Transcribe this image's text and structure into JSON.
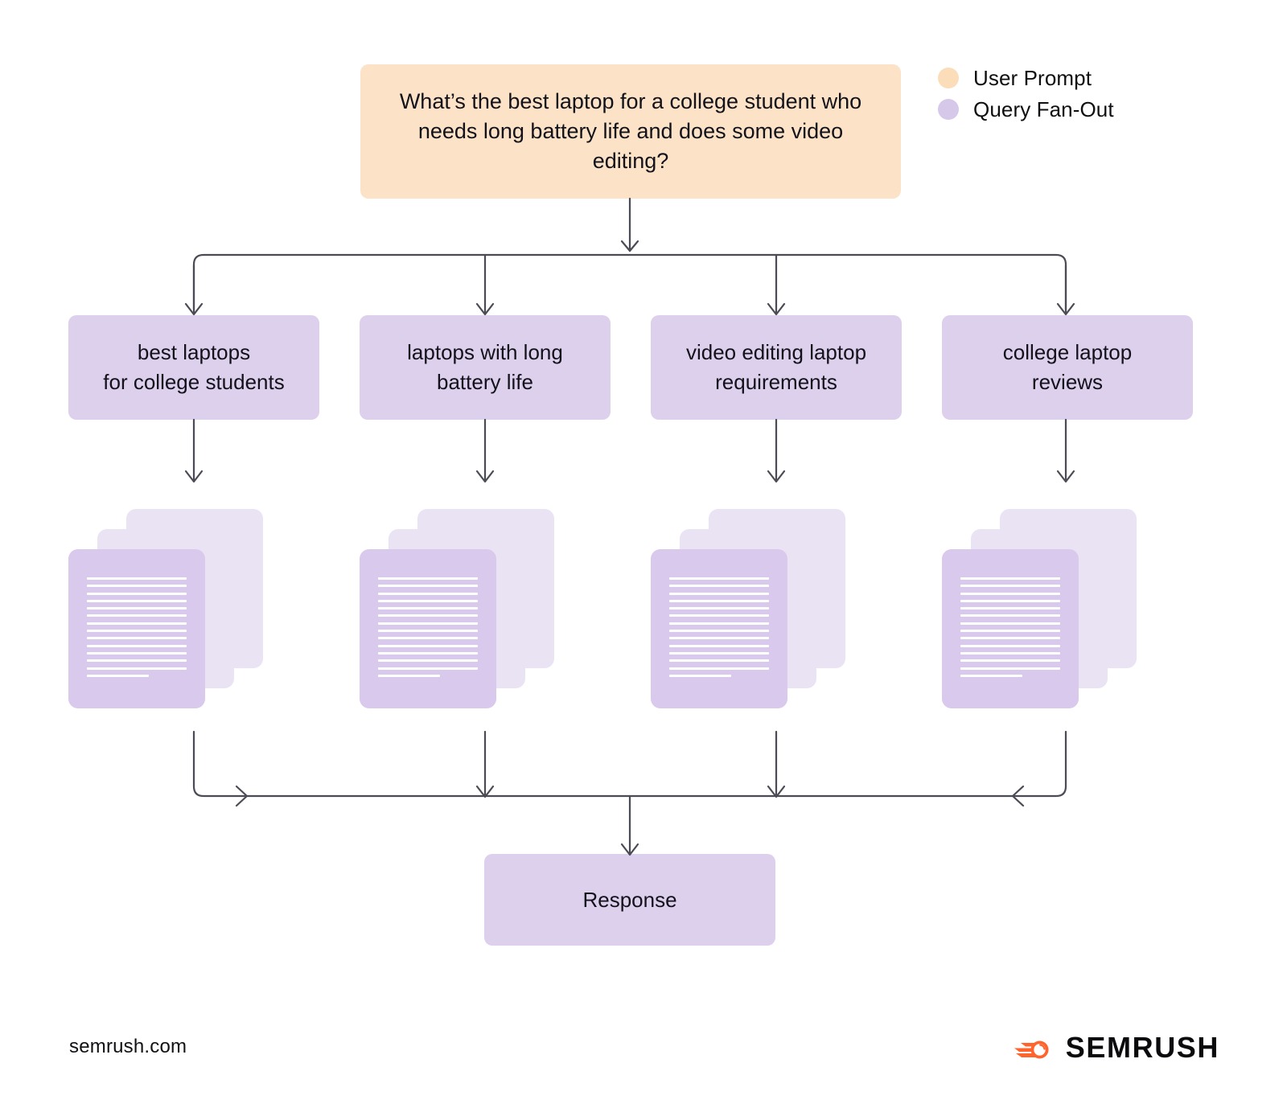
{
  "legend": {
    "items": [
      {
        "label": "User Prompt",
        "color": "#fbddb9",
        "icon": "legend-dot-icon"
      },
      {
        "label": "Query Fan-Out",
        "color": "#d6c8e9",
        "icon": "legend-dot-icon"
      }
    ]
  },
  "diagram": {
    "prompt": {
      "text": "What’s the best laptop for a college student who needs long battery life and does some video editing?",
      "color": "#fce3c7"
    },
    "fanout_queries": [
      {
        "label": "best laptops\nfor college students"
      },
      {
        "label": "laptops with long\nbattery life"
      },
      {
        "label": "video editing laptop\nrequirements"
      },
      {
        "label": "college laptop\nreviews"
      }
    ],
    "document_stacks": {
      "count": 4,
      "layers_per_stack": 3,
      "text_lines_per_doc": 14,
      "front_color": "#d9c9ec",
      "back_color": "#eae3f4",
      "line_color": "#ffffff"
    },
    "response": {
      "label": "Response",
      "color": "#ddd0ed"
    },
    "connector_color": "#4b4b55"
  },
  "footer": {
    "url": "semrush.com",
    "brand": "SEMRUSH",
    "brand_mark": "semrush-comet-logo-icon",
    "brand_color": "#ff642d"
  }
}
